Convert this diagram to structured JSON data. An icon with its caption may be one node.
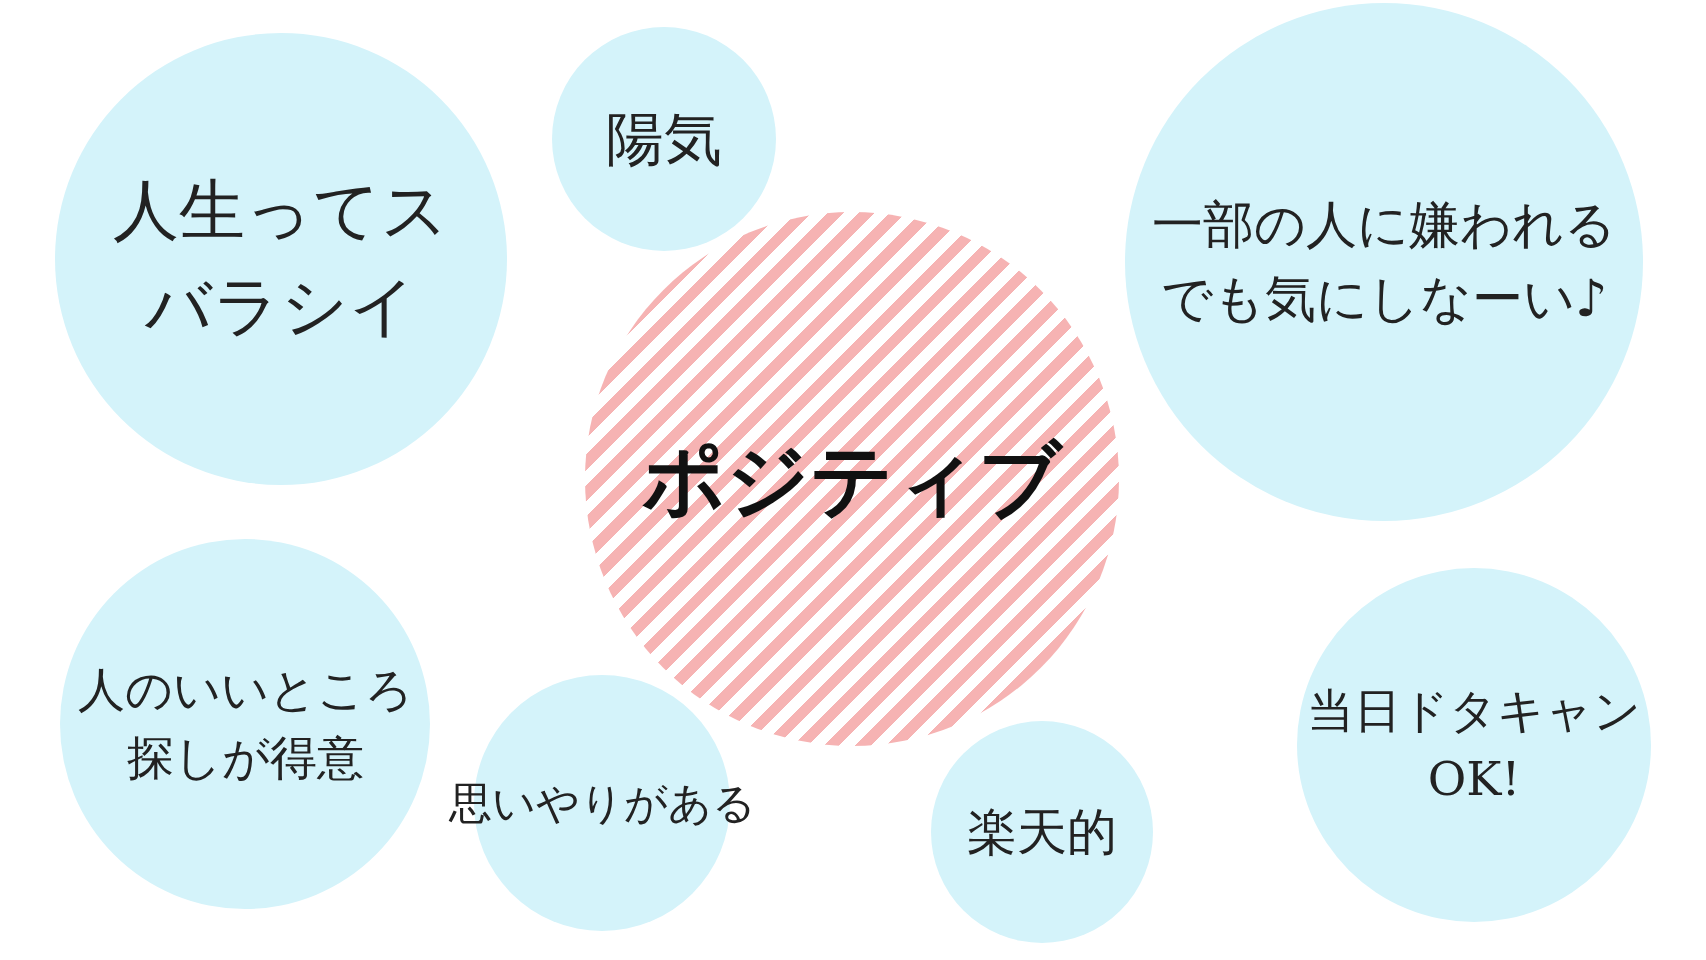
{
  "diagram": {
    "nodes": [
      {
        "text": [
          "人生ってスバラシイ"
        ]
      },
      {
        "text": [
          "陽気"
        ]
      },
      {
        "text": [
          "ポジティブ"
        ]
      },
      {
        "text": [
          "一部の人に嫌われるでも気にしなーい♪"
        ]
      },
      {
        "text": [
          "人のいいところ探しが得意"
        ]
      },
      {
        "text": [
          "思いやりがある"
        ]
      },
      {
        "text": [
          "楽天的"
        ]
      },
      {
        "text": [
          "当日ドタキャンOK!"
        ]
      }
    ]
  }
}
